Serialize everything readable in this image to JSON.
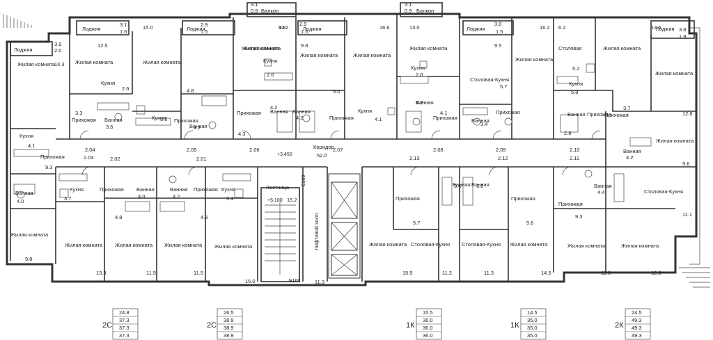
{
  "balconies": [
    {
      "id": "b1",
      "type": "Балкон",
      "val": "3.1",
      "ratio": "0.9"
    },
    {
      "id": "b2",
      "type": "Балкон",
      "val": "3.1",
      "ratio": "0.9"
    }
  ],
  "loggias": [
    {
      "id": "l1",
      "type": "Лоджия",
      "val": "3.9",
      "ratio": "2.0"
    },
    {
      "id": "l2",
      "type": "Лоджия",
      "val": "3.1",
      "ratio": "1.6"
    },
    {
      "id": "l3",
      "type": "Лоджия",
      "val": "2.9",
      "ratio": "1.5"
    },
    {
      "id": "l4",
      "type": "Лоджия",
      "val": "2.9",
      "ratio": "1.5"
    },
    {
      "id": "l5",
      "type": "Лоджия",
      "val": "3.0",
      "ratio": "1.5"
    },
    {
      "id": "l6",
      "type": "Лоджия",
      "val": "3.8",
      "ratio": "1.9"
    }
  ],
  "rooms": [
    {
      "name": "Жилая комната",
      "area": "14.3"
    },
    {
      "name": "Кухня",
      "area": "4.1"
    },
    {
      "name": "Прихожая",
      "area": "9.3"
    },
    {
      "name": "Ванная",
      "area": "4.0"
    },
    {
      "name": "Жилая комната",
      "area": "9.8"
    },
    {
      "name": "Жилая комната",
      "area": "12.5"
    },
    {
      "name": "Жилая комната",
      "area": "15.0"
    },
    {
      "name": "Кухня",
      "area": "2.6"
    },
    {
      "name": "Прихожая",
      "area": "3.3"
    },
    {
      "name": "Ванная",
      "area": "3.5"
    },
    {
      "name": "Кухня",
      "area": "3.6"
    },
    {
      "name": "Прихожая",
      "area": "4.8"
    },
    {
      "name": "Ванная",
      "area": "4.2"
    },
    {
      "name": "Жилая комната",
      "area": "9.8"
    },
    {
      "name": "Прихожая",
      "area": "4.3"
    },
    {
      "name": "Жилая комната",
      "area": "12.2"
    },
    {
      "name": "Кухня",
      "area": "2.6"
    },
    {
      "name": "Ванная",
      "area": "4.2"
    },
    {
      "name": "Ванная",
      "area": "4.2"
    },
    {
      "name": "Жилая комната",
      "area": "9.8"
    },
    {
      "name": "Прихожая",
      "area": "5.0"
    },
    {
      "name": "Жилая комната",
      "area": "16.6"
    },
    {
      "name": "Кухня",
      "area": "4.1"
    },
    {
      "name": "Жилая комната",
      "area": "13.0"
    },
    {
      "name": "Кухня",
      "area": "2.6"
    },
    {
      "name": "Ванная",
      "area": "4.2"
    },
    {
      "name": "Прихожая",
      "area": "4.1"
    },
    {
      "name": "Столовая-Кухня",
      "area": "9.5"
    },
    {
      "name": "Жилая комната",
      "area": "16.2"
    },
    {
      "name": "Прихожая",
      "area": "5.7"
    },
    {
      "name": "Ванная",
      "area": "3.4"
    },
    {
      "name": "Столовая",
      "area": "6.2"
    },
    {
      "name": "Кухня",
      "area": "5.2"
    },
    {
      "name": "Ванная",
      "area": "5.8"
    },
    {
      "name": "Прихожая",
      "area": "2.8"
    },
    {
      "name": "Жилая комната",
      "area": "13.5"
    },
    {
      "name": "Прихожая",
      "area": "3.7"
    },
    {
      "name": "Жилая комната",
      "area": "12.8"
    },
    {
      "name": "Ванная",
      "area": "4.2"
    },
    {
      "name": "Жилая комната",
      "area": "9.6"
    },
    {
      "name": "Кухня",
      "area": "3.7"
    },
    {
      "name": "Ванная",
      "area": "4.0"
    },
    {
      "name": "Ванная",
      "area": "4.2"
    },
    {
      "name": "Кухня",
      "area": "3.4"
    },
    {
      "name": "Прихожая",
      "area": "4.8"
    },
    {
      "name": "Прихожая",
      "area": "4.8"
    },
    {
      "name": "Жилая комната",
      "area": "13.3"
    },
    {
      "name": "Жилая комната",
      "area": "11.5"
    },
    {
      "name": "Жилая комната",
      "area": "11.5"
    },
    {
      "name": "Жилая комната",
      "area": "15.0"
    },
    {
      "name": "Ванная",
      "area": "3.6"
    },
    {
      "name": "Ванная",
      "area": "3.6"
    },
    {
      "name": "Прихожая",
      "area": "5.7"
    },
    {
      "name": "Прихожая",
      "area": "5.6"
    },
    {
      "name": "Жилая комната",
      "area": "15.5"
    },
    {
      "name": "Столовая-Кухня",
      "area": "11.2"
    },
    {
      "name": "Столовая-Кухня",
      "area": "11.3"
    },
    {
      "name": "Жилая комната",
      "area": "14.5"
    },
    {
      "name": "Ванная",
      "area": "4.4"
    },
    {
      "name": "Прихожая",
      "area": "9.3"
    },
    {
      "name": "Столовая-Кухня",
      "area": "11.1"
    },
    {
      "name": "Жилая комната",
      "area": "11.6"
    },
    {
      "name": "Жилая комната",
      "area": "12.9"
    }
  ],
  "core": {
    "corridor": "Коридор",
    "corridor_area": "52.0",
    "stair": "Лестница",
    "stair_area": "15.2",
    "lift_hall": "Лифтовой холл",
    "lift_hall_area": "11.3",
    "level_corridor": "+3.450",
    "level_stair": "+5.100",
    "e160_a": "E160",
    "e160_b": "E160"
  },
  "apartment_numbers": [
    "2.04",
    "2.03",
    "2.02",
    "2.01",
    "2.05",
    "2.06",
    "2.07",
    "2.08",
    "2.09",
    "2.10",
    "2.11",
    "2.12",
    "2.13"
  ],
  "legend": [
    {
      "type": "2С",
      "values": [
        "24.8",
        "37.3",
        "37.3",
        "37.3"
      ]
    },
    {
      "type": "2С",
      "values": [
        "26.5",
        "38.9",
        "38.9",
        "38.9"
      ]
    },
    {
      "type": "1К",
      "values": [
        "15.5",
        "36.0",
        "36.0",
        "36.0"
      ]
    },
    {
      "type": "1К",
      "values": [
        "14.5",
        "35.0",
        "35.0",
        "35.0"
      ]
    },
    {
      "type": "2К",
      "values": [
        "24.5",
        "49.3",
        "49.3",
        "49.3"
      ]
    }
  ]
}
